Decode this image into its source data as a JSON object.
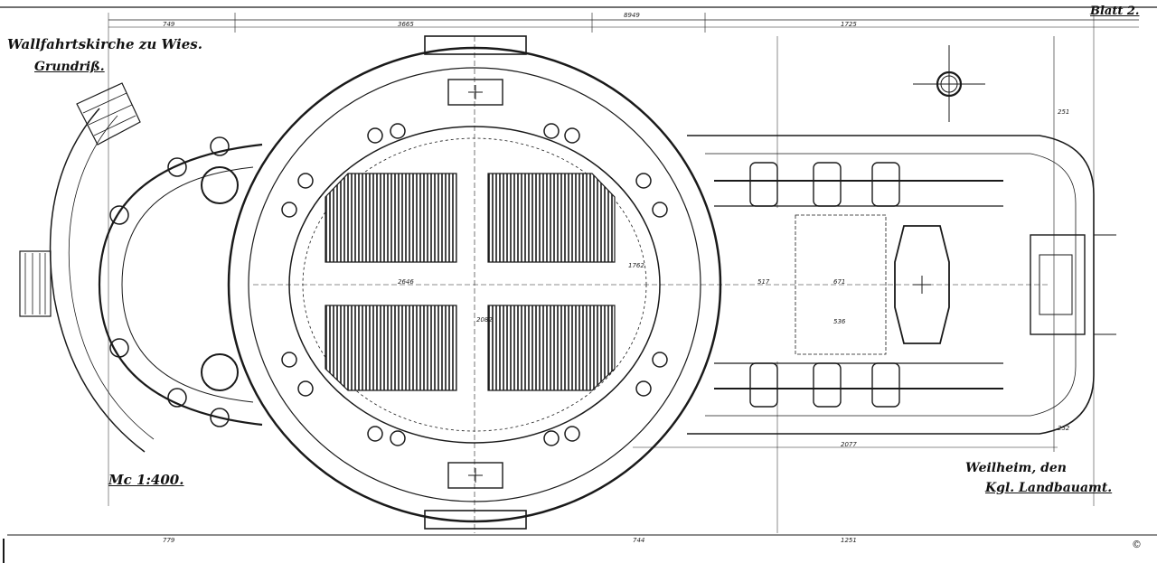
{
  "drawing": {
    "title": "Wallfahrtskirche zu Wies.",
    "subtitle": "Grundriß.",
    "sheet_label": "Blatt 2.",
    "scale": "Mc 1:400.",
    "signature_line1": "Weilheim, den",
    "signature_line2": "Kgl. Landbauamt.",
    "copyright": "©"
  },
  "dimensions": {
    "top_total": "8949",
    "top_left": "749",
    "top_mid": "3665",
    "top_right": "1725",
    "right_a": "251",
    "right_b": "252",
    "center_v": "2082",
    "center_h": "2646",
    "nave_v": "1762",
    "choir_a": "517",
    "choir_b": "671",
    "choir_c": "536",
    "bottom_left": "779",
    "bottom_mid": "744",
    "bottom_right": "1251",
    "mid_b": "2077"
  },
  "colors": {
    "ink": "#1a1a1a",
    "paper": "#ffffff"
  }
}
